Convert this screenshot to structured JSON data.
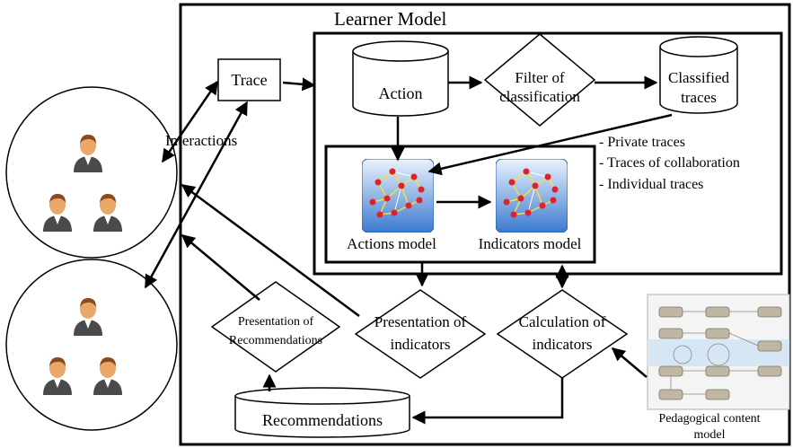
{
  "learner_model": {
    "title": "Learner Model"
  },
  "trace_box": {
    "label": "Trace"
  },
  "interactions_label": "Interactions",
  "action_store": {
    "label": "Action"
  },
  "filter": {
    "line1": "Filter of",
    "line2": "classification"
  },
  "classified_store": {
    "line1": "Classified",
    "line2": "traces"
  },
  "trace_types": [
    "- Private traces",
    "- Traces of collaboration",
    "- Individual traces"
  ],
  "actions_model": {
    "label": "Actions model"
  },
  "indicators_model": {
    "label": "Indicators model"
  },
  "presentation_recommendations": {
    "line1": "Presentation of",
    "line2": "Recommendations"
  },
  "presentation_indicators": {
    "line1": "Presentation of",
    "line2": "indicators"
  },
  "calculation_indicators": {
    "line1": "Calculation of",
    "line2": "indicators"
  },
  "recommendations_store": {
    "label": "Recommendations"
  },
  "pedagogical_model": {
    "line1": "Pedagogical content",
    "line2": "model"
  },
  "colors": {
    "stroke": "#000000",
    "model_bg_top": "#e8f1fb",
    "model_bg_bottom": "#3f7fd1",
    "node": "#e0202a",
    "link": "#f2e23a",
    "face": "#e8a86a",
    "body": "#4c4c4c"
  }
}
